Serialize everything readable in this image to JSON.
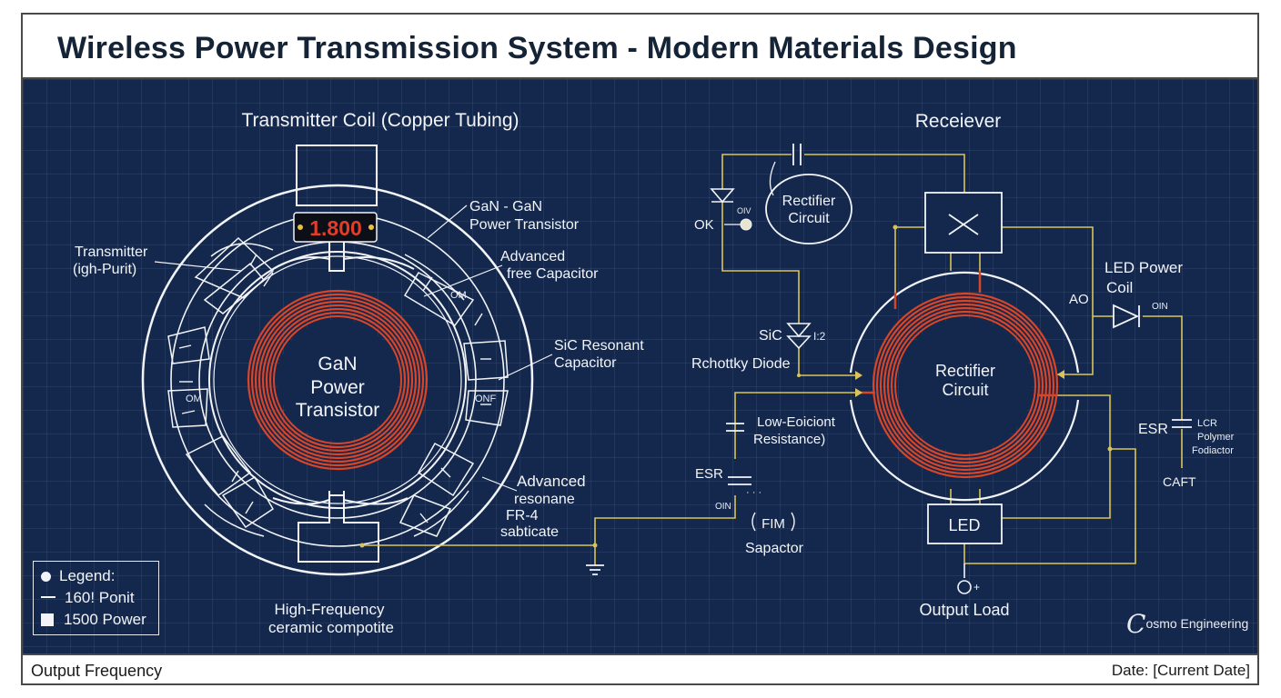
{
  "header": {
    "title": "Wireless Power Transmission System - Modern Materials Design"
  },
  "transmitter": {
    "heading": "Transmitter Coil (Copper Tubing)",
    "display_value": "1.800",
    "center_line1": "GaN",
    "center_line2": "Power",
    "center_line3": "Transistor",
    "label_transmitter_1": "Transmitter",
    "label_transmitter_2": "(igh-Purit)",
    "label_gan_1": "GaN - GaN",
    "label_gan_2": "Power Transistor",
    "label_adv_cap_1": "Advanced",
    "label_adv_cap_2": "free Capacitor",
    "label_sic_1": "SiC Resonant",
    "label_sic_2": "Capacitor",
    "label_adv_res_1": "Advanced",
    "label_adv_res_2": "resonane",
    "label_adv_res_3": "FR-4",
    "label_adv_res_4": "sabticate",
    "label_hf_1": "High-Frequency",
    "label_hf_2": "ceramic compotite",
    "segment_om_1": "OM",
    "segment_om_2": "OM",
    "segment_onf": "ONF"
  },
  "receiver": {
    "heading": "Receiever",
    "rectifier_top_1": "Rectifier",
    "rectifier_top_2": "Circuit",
    "rectifier_center_1": "Rectifier",
    "rectifier_center_2": "Circuit",
    "ok": "OK",
    "oiv_top": "OIV",
    "sic_label": "SiC",
    "sic_value": "I:2",
    "schottky": "Rchottky Diode",
    "low_esr_1": "Low-Eoiciont",
    "low_esr_2": "Resistance)",
    "esr_left": "ESR",
    "oin": "OIN",
    "fim": "FIM",
    "sapactor": "Sapactor",
    "led_power_1": "LED Power",
    "led_power_2": "Coil",
    "ao": "AO",
    "oiv_right": "OIN",
    "esr_right": "ESR",
    "polymer_1": "LCR",
    "polymer_2": "Polymer",
    "polymer_3": "Fodiactor",
    "caft": "CAFT",
    "led": "LED",
    "output_load": "Output Load"
  },
  "legend": {
    "title": "Legend:",
    "item_line": "160! Ponit",
    "item_square": "1500 Power"
  },
  "logo": {
    "c": "C",
    "text": "osmo Engineering"
  },
  "footer": {
    "left": "Output Frequency",
    "right": "Date: [Current Date]"
  },
  "colors": {
    "board": "#14284d",
    "coil": "#d84527",
    "wire": "#d8c45a",
    "line": "#f2f4f8"
  }
}
